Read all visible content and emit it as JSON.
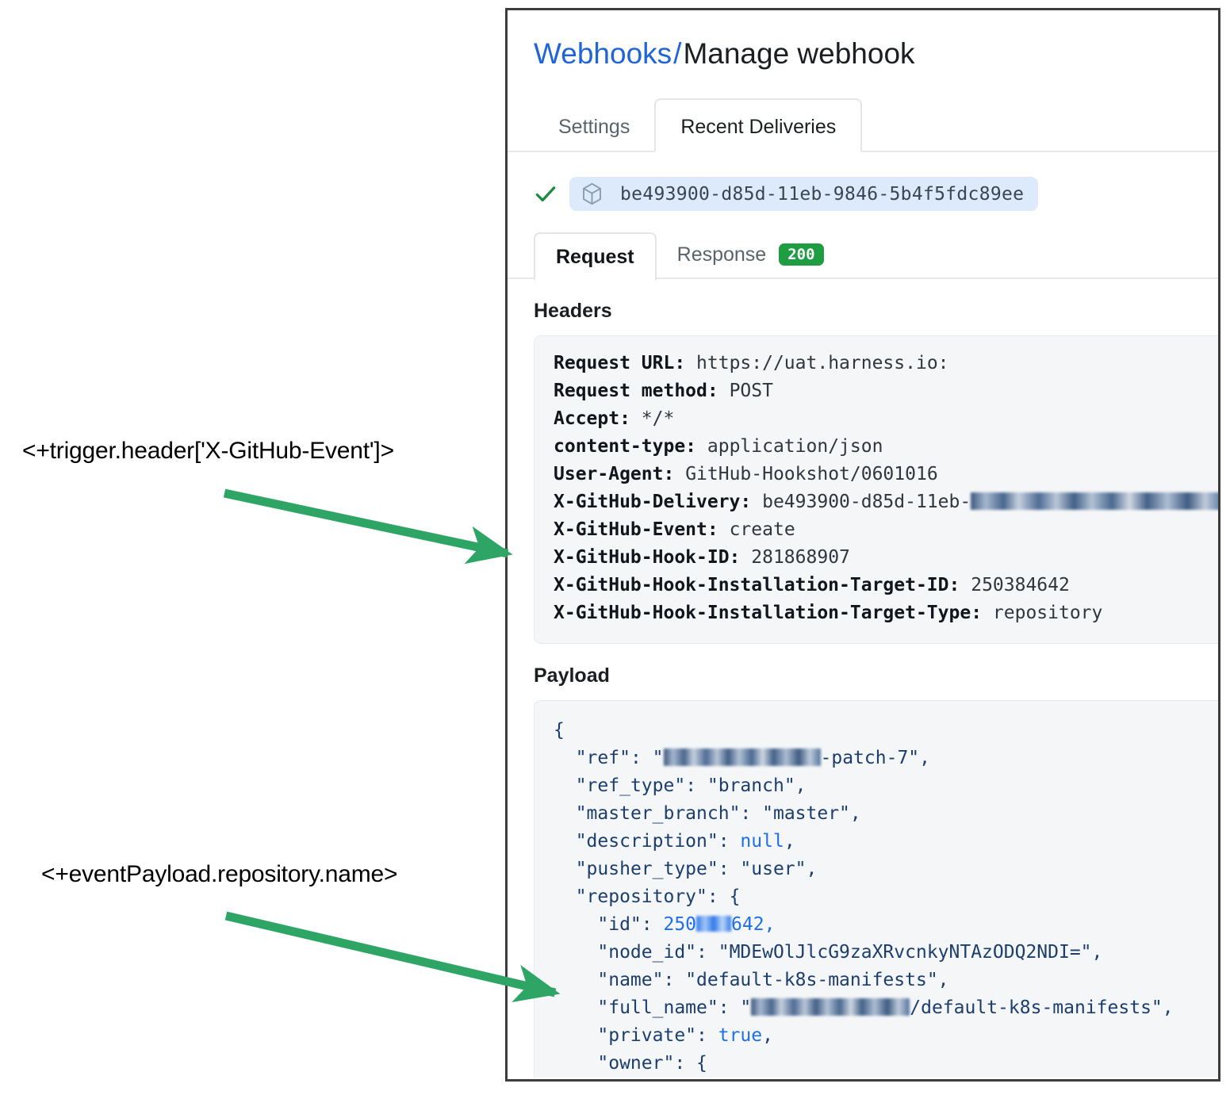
{
  "breadcrumb": {
    "link": "Webhooks",
    "separator": "/",
    "current": "Manage webhook"
  },
  "tabs": [
    {
      "label": "Settings",
      "active": false
    },
    {
      "label": "Recent Deliveries",
      "active": true
    }
  ],
  "delivery": {
    "check_icon": "check-icon",
    "package_icon": "cube-icon",
    "id": "be493900-d85d-11eb-9846-5b4f5fdc89ee"
  },
  "subtabs": [
    {
      "label": "Request",
      "active": true
    },
    {
      "label": "Response",
      "active": false,
      "badge": "200"
    }
  ],
  "colors": {
    "accent_link": "#1f64d8",
    "status_green": "#1f9d43",
    "annotation_green": "#2ea565",
    "code_bg": "#f4f6f8",
    "chip_bg": "#ddeafc",
    "json_key": "#1c3e6e",
    "json_literal": "#1f6feb"
  },
  "headers": {
    "heading": "Headers",
    "rows": [
      {
        "key": "Request URL:",
        "value": "https://uat.harness.io:"
      },
      {
        "key": "Request method:",
        "value": "POST"
      },
      {
        "key": "Accept:",
        "value": "*/*"
      },
      {
        "key": "content-type:",
        "value": "application/json"
      },
      {
        "key": "User-Agent:",
        "value": "GitHub-Hookshot/0601016"
      },
      {
        "key": "X-GitHub-Delivery:",
        "value": "be493900-d85d-11eb-",
        "redacted_tail": true
      },
      {
        "key": "X-GitHub-Event:",
        "value": "create"
      },
      {
        "key": "X-GitHub-Hook-ID:",
        "value": "281868907"
      },
      {
        "key": "X-GitHub-Hook-Installation-Target-ID:",
        "value": "250384642"
      },
      {
        "key": "X-GitHub-Hook-Installation-Target-Type:",
        "value": "repository"
      }
    ]
  },
  "payload": {
    "heading": "Payload",
    "lines": [
      {
        "text": "{"
      },
      {
        "key": "\"ref\"",
        "value_prefix": "\"",
        "redacted": true,
        "value_suffix": "-patch-7\","
      },
      {
        "key": "\"ref_type\"",
        "value": "\"branch\","
      },
      {
        "key": "\"master_branch\"",
        "value": "\"master\","
      },
      {
        "key": "\"description\"",
        "literal": "null",
        "suffix": ","
      },
      {
        "key": "\"pusher_type\"",
        "value": "\"user\","
      },
      {
        "key": "\"repository\"",
        "value": "{"
      },
      {
        "key": "\"id\"",
        "number_prefix": "250",
        "redacted": true,
        "number_suffix": "642,"
      },
      {
        "key": "\"node_id\"",
        "value": "\"MDEwOlJlcG9zaXRvcnkyNTAzODQ2NDI=\","
      },
      {
        "key": "\"name\"",
        "value": "\"default-k8s-manifests\","
      },
      {
        "key": "\"full_name\"",
        "value_prefix": "\"",
        "redacted": true,
        "value_suffix": "/default-k8s-manifests\","
      },
      {
        "key": "\"private\"",
        "literal": "true",
        "suffix": ","
      },
      {
        "key": "\"owner\"",
        "value": "{"
      }
    ]
  },
  "annotations": [
    {
      "label": "<+trigger.header['X-GitHub-Event']>",
      "target": "X-GitHub-Event header row"
    },
    {
      "label": "<+eventPayload.repository.name>",
      "target": "repository name payload row"
    }
  ]
}
